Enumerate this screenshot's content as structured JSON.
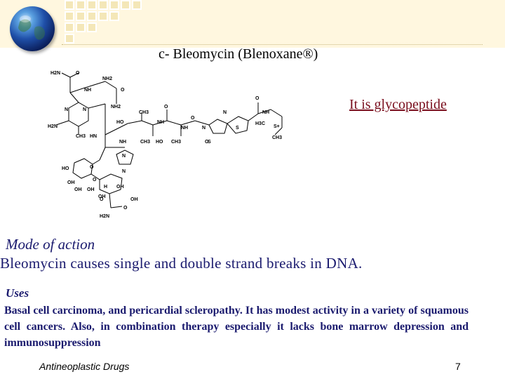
{
  "title": "c- Bleomycin (Blenoxane®)",
  "tag": "It is glycopeptide",
  "mode": {
    "heading": "Mode of action",
    "text": "Bleomycin causes single and double strand breaks in DNA."
  },
  "uses": {
    "heading": "Uses",
    "text": "Basal cell carcinoma, and pericardial scleropathy. It has modest activity in a variety of squamous cell cancers. Also, in combination therapy especially it lacks bone marrow depression and immunosuppression"
  },
  "footer": {
    "left": "Antineoplastic Drugs",
    "page_number": "7"
  },
  "structure_labels": {
    "h2n_top": "H2N",
    "o1": "O",
    "nh2_a": "NH2",
    "nh_a": "NH",
    "o2": "O",
    "nh2_b": "NH2",
    "n1": "N",
    "n2": "N",
    "h2n_mid": "H2N",
    "ch3_a": "CH3",
    "hn": "HN",
    "ch3_b": "CH3",
    "o3": "O",
    "ho_a": "HO",
    "nh_b": "NH",
    "nh_c": "NH",
    "o4": "O",
    "ch3_c": "CH3",
    "ho_b": "HO",
    "ch3_d": "CH3",
    "nh_d": "NH",
    "o5": "O",
    "n3": "N",
    "s1": "S",
    "n4": "N",
    "s2": "S",
    "o6": "O",
    "nh_e": "NH",
    "h3c": "H3C",
    "s_plus": "S+",
    "ch3_e": "CH3",
    "o7": "O",
    "n5": "N",
    "n6": "N",
    "ho_c": "HO",
    "o8": "O",
    "oh_a": "OH",
    "oh_b": "OH",
    "oh_c": "OH",
    "h": "H",
    "oh_d": "OH",
    "o9": "O",
    "oh_e": "OH",
    "oh_f": "OH",
    "o10": "O",
    "h2n_bot": "H2N"
  },
  "colors": {
    "header_band": "#fff7df",
    "body_text": "#1a1a6e",
    "tag_text": "#7a0f1e"
  },
  "icons": {
    "logo": "globe-icon"
  }
}
